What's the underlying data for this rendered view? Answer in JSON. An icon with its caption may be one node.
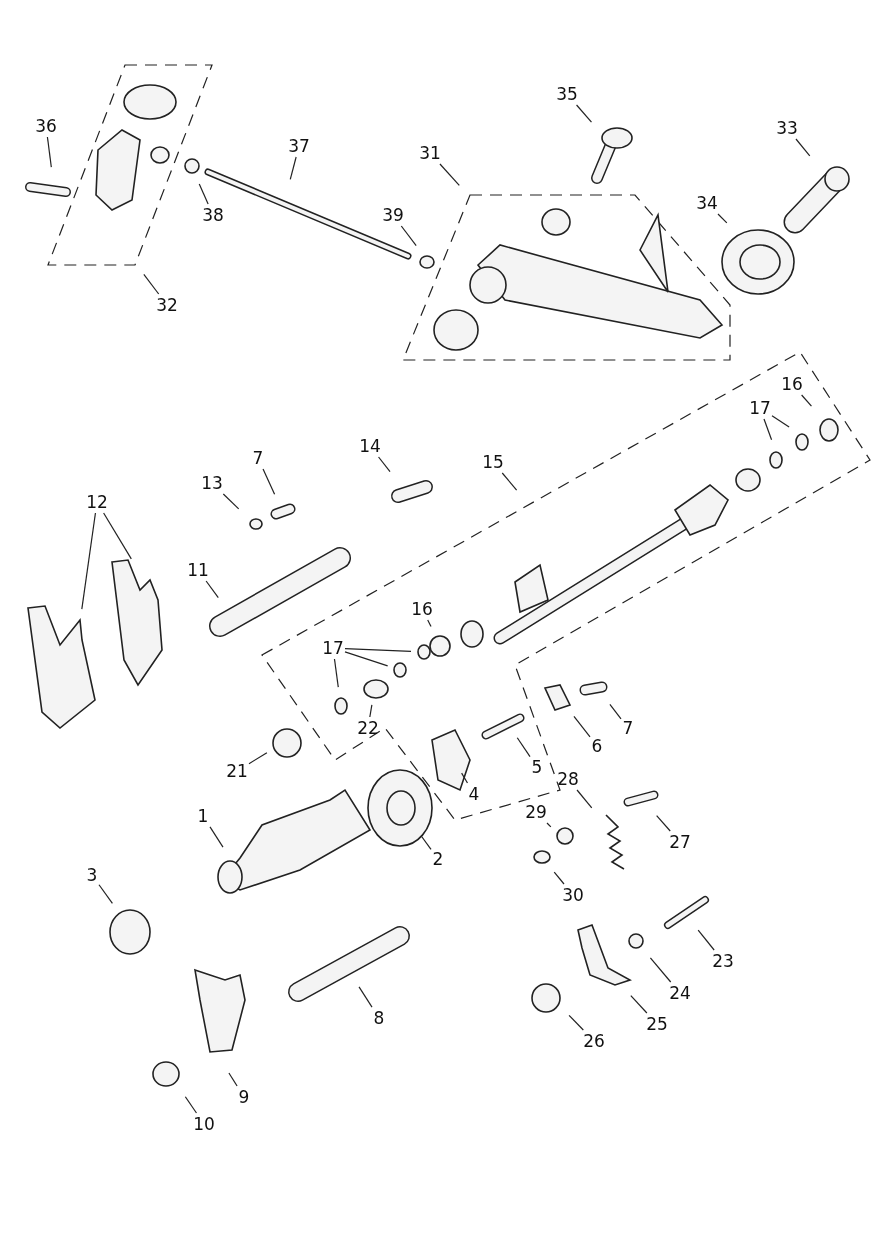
{
  "diagram": {
    "nodes": [
      {
        "text": [
          "36"
        ]
      },
      {
        "text": [
          "38"
        ]
      },
      {
        "text": [
          "37"
        ]
      },
      {
        "text": [
          "32"
        ]
      },
      {
        "text": [
          "31"
        ]
      },
      {
        "text": [
          "39"
        ]
      },
      {
        "text": [
          "35"
        ]
      },
      {
        "text": [
          "33"
        ]
      },
      {
        "text": [
          "34"
        ]
      },
      {
        "text": [
          "16"
        ]
      },
      {
        "text": [
          "17"
        ]
      },
      {
        "text": [
          "14"
        ]
      },
      {
        "text": [
          "15"
        ]
      },
      {
        "text": [
          "7"
        ]
      },
      {
        "text": [
          "13"
        ]
      },
      {
        "text": [
          "12"
        ]
      },
      {
        "text": [
          "11"
        ]
      },
      {
        "text": [
          "16"
        ]
      },
      {
        "text": [
          "17"
        ]
      },
      {
        "text": [
          "22"
        ]
      },
      {
        "text": [
          "21"
        ]
      },
      {
        "text": [
          "6"
        ]
      },
      {
        "text": [
          "7"
        ]
      },
      {
        "text": [
          "5"
        ]
      },
      {
        "text": [
          "4"
        ]
      },
      {
        "text": [
          "28"
        ]
      },
      {
        "text": [
          "1"
        ]
      },
      {
        "text": [
          "2"
        ]
      },
      {
        "text": [
          "29"
        ]
      },
      {
        "text": [
          "27"
        ]
      },
      {
        "text": [
          "30"
        ]
      },
      {
        "text": [
          "3"
        ]
      },
      {
        "text": [
          "23"
        ]
      },
      {
        "text": [
          "24"
        ]
      },
      {
        "text": [
          "8"
        ]
      },
      {
        "text": [
          "25"
        ]
      },
      {
        "text": [
          "26"
        ]
      },
      {
        "text": [
          "9"
        ]
      },
      {
        "text": [
          "10"
        ]
      }
    ],
    "edges": [
      {
        "from": 0,
        "to": null,
        "arrow": "none"
      },
      {
        "from": 1,
        "to": null,
        "arrow": "none"
      },
      {
        "from": 2,
        "to": null,
        "arrow": "none"
      },
      {
        "from": 3,
        "to": null,
        "arrow": "none"
      },
      {
        "from": 4,
        "to": null,
        "arrow": "none"
      },
      {
        "from": 5,
        "to": null,
        "arrow": "none"
      },
      {
        "from": 6,
        "to": null,
        "arrow": "none"
      },
      {
        "from": 7,
        "to": null,
        "arrow": "none"
      },
      {
        "from": 8,
        "to": null,
        "arrow": "none"
      },
      {
        "from": 9,
        "to": null,
        "arrow": "none"
      },
      {
        "from": 10,
        "to": null,
        "arrow": "none"
      },
      {
        "from": 10,
        "to": null,
        "arrow": "none"
      },
      {
        "from": 11,
        "to": null,
        "arrow": "none"
      },
      {
        "from": 12,
        "to": null,
        "arrow": "none"
      },
      {
        "from": 13,
        "to": null,
        "arrow": "none"
      },
      {
        "from": 14,
        "to": null,
        "arrow": "none"
      },
      {
        "from": 15,
        "to": null,
        "arrow": "none"
      },
      {
        "from": 15,
        "to": null,
        "arrow": "none"
      },
      {
        "from": 16,
        "to": null,
        "arrow": "none"
      },
      {
        "from": 17,
        "to": null,
        "arrow": "none"
      },
      {
        "from": 18,
        "to": null,
        "arrow": "none"
      },
      {
        "from": 18,
        "to": null,
        "arrow": "none"
      },
      {
        "from": 18,
        "to": null,
        "arrow": "none"
      },
      {
        "from": 19,
        "to": null,
        "arrow": "none"
      },
      {
        "from": 20,
        "to": null,
        "arrow": "none"
      },
      {
        "from": 21,
        "to": null,
        "arrow": "none"
      },
      {
        "from": 22,
        "to": null,
        "arrow": "none"
      },
      {
        "from": 23,
        "to": null,
        "arrow": "none"
      },
      {
        "from": 24,
        "to": null,
        "arrow": "none"
      },
      {
        "from": 25,
        "to": null,
        "arrow": "none"
      },
      {
        "from": 26,
        "to": null,
        "arrow": "none"
      },
      {
        "from": 27,
        "to": null,
        "arrow": "none"
      },
      {
        "from": 28,
        "to": null,
        "arrow": "none"
      },
      {
        "from": 29,
        "to": null,
        "arrow": "none"
      },
      {
        "from": 30,
        "to": null,
        "arrow": "none"
      },
      {
        "from": 31,
        "to": null,
        "arrow": "none"
      },
      {
        "from": 32,
        "to": null,
        "arrow": "none"
      },
      {
        "from": 33,
        "to": null,
        "arrow": "none"
      },
      {
        "from": 34,
        "to": null,
        "arrow": "none"
      },
      {
        "from": 35,
        "to": null,
        "arrow": "none"
      },
      {
        "from": 36,
        "to": null,
        "arrow": "none"
      },
      {
        "from": 37,
        "to": null,
        "arrow": "none"
      },
      {
        "from": 38,
        "to": null,
        "arrow": "none"
      }
    ]
  }
}
